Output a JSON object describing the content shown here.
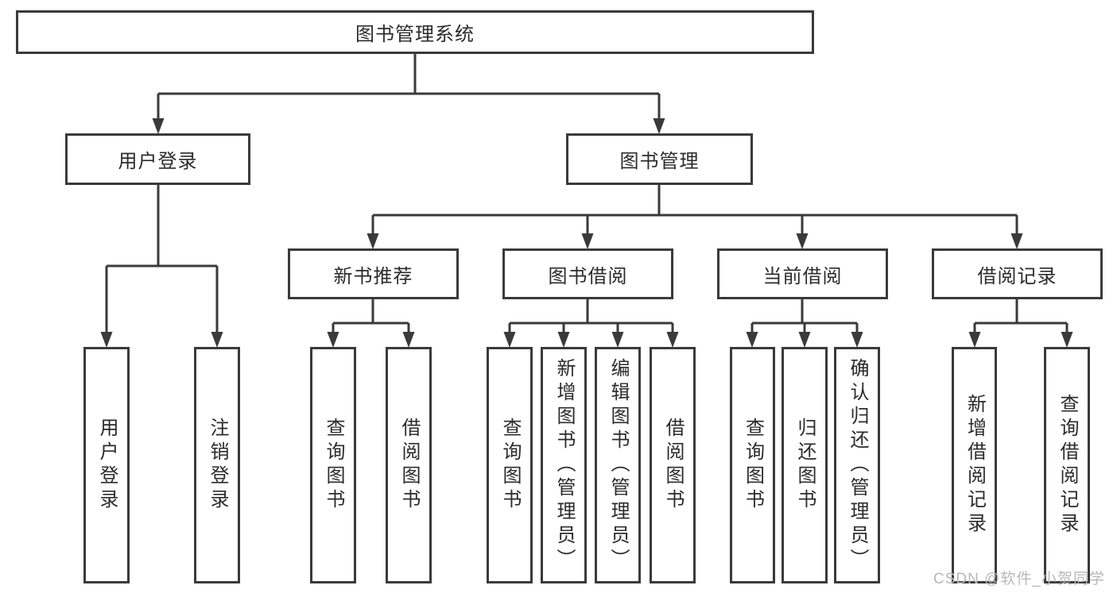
{
  "tree": {
    "label": "图书管理系统",
    "children": [
      {
        "label": "用户登录",
        "children": [
          {
            "label": "用户登录"
          },
          {
            "label": "注销登录"
          }
        ]
      },
      {
        "label": "图书管理",
        "children": [
          {
            "label": "新书推荐",
            "children": [
              {
                "label": "查询图书"
              },
              {
                "label": "借阅图书"
              }
            ]
          },
          {
            "label": "图书借阅",
            "children": [
              {
                "label": "查询图书"
              },
              {
                "label": "新增图书（管理员）"
              },
              {
                "label": "编辑图书（管理员）"
              },
              {
                "label": "借阅图书"
              }
            ]
          },
          {
            "label": "当前借阅",
            "children": [
              {
                "label": "查询图书"
              },
              {
                "label": "归还图书"
              },
              {
                "label": "确认归还（管理员）"
              }
            ]
          },
          {
            "label": "借阅记录",
            "children": [
              {
                "label": "新增借阅记录"
              },
              {
                "label": "查询借阅记录"
              }
            ]
          }
        ]
      }
    ]
  },
  "watermark": {
    "text": "CSDN @软件_小贺同学"
  },
  "colors": {
    "line": "#3a3a3a",
    "box_border": "#3a3a3a",
    "text": "#2b2b2b",
    "background": "#ffffff",
    "watermark": "#b8b8b8"
  }
}
